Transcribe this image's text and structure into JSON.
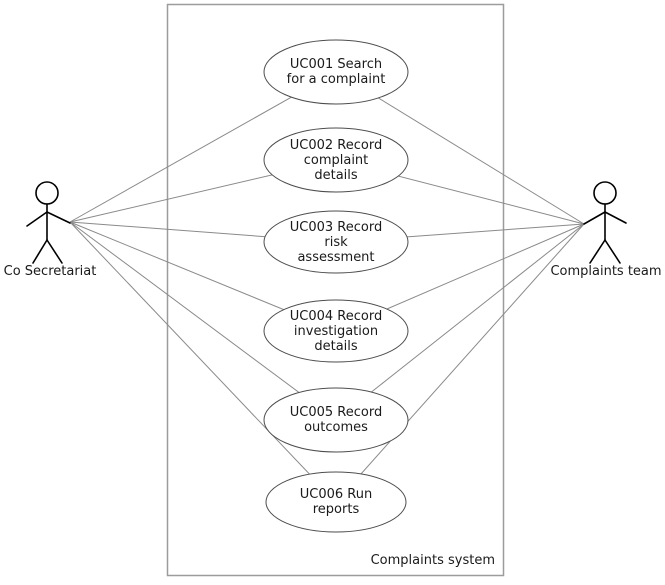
{
  "diagram": {
    "type": "uml-use-case",
    "system": {
      "label": "Complaints system"
    },
    "actors": [
      {
        "id": "co-secretariat",
        "label": "Co Secretariat",
        "side": "left"
      },
      {
        "id": "complaints-team",
        "label": "Complaints team",
        "side": "right"
      }
    ],
    "use_cases": [
      {
        "id": "UC001",
        "label": "UC001 Search\nfor a complaint"
      },
      {
        "id": "UC002",
        "label": "UC002 Record\ncomplaint\ndetails"
      },
      {
        "id": "UC003",
        "label": "UC003 Record\nrisk\nassessment"
      },
      {
        "id": "UC004",
        "label": "UC004 Record\ninvestigation\ndetails"
      },
      {
        "id": "UC005",
        "label": "UC005 Record\noutcomes"
      },
      {
        "id": "UC006",
        "label": "UC006 Run\nreports"
      }
    ],
    "associations": [
      {
        "from": "co-secretariat",
        "to": "UC001"
      },
      {
        "from": "co-secretariat",
        "to": "UC002"
      },
      {
        "from": "co-secretariat",
        "to": "UC003"
      },
      {
        "from": "co-secretariat",
        "to": "UC004"
      },
      {
        "from": "co-secretariat",
        "to": "UC005"
      },
      {
        "from": "co-secretariat",
        "to": "UC006"
      },
      {
        "from": "complaints-team",
        "to": "UC001"
      },
      {
        "from": "complaints-team",
        "to": "UC002"
      },
      {
        "from": "complaints-team",
        "to": "UC003"
      },
      {
        "from": "complaints-team",
        "to": "UC004"
      },
      {
        "from": "complaints-team",
        "to": "UC005"
      },
      {
        "from": "complaints-team",
        "to": "UC006"
      }
    ]
  },
  "colors": {
    "background": "#ffffff",
    "boundary_stroke": "#9c9c9c",
    "association_line": "#8a8a8a",
    "ellipse_stroke": "#4d4d4d",
    "actor_stroke": "#000000",
    "text": "#1a1a1a"
  }
}
